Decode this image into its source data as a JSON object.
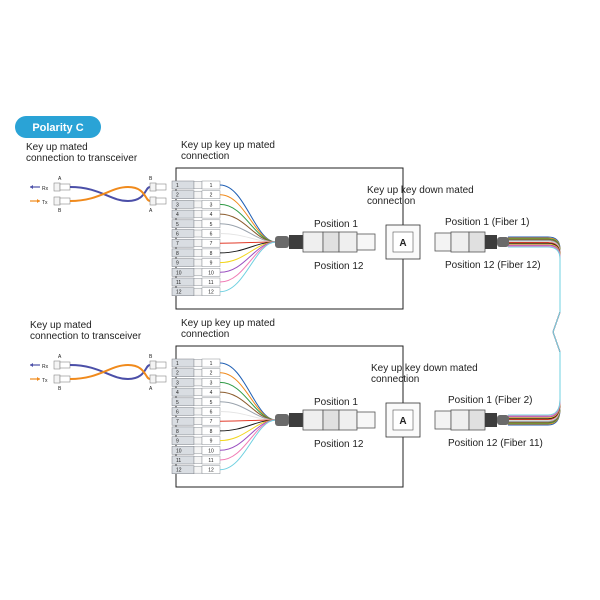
{
  "badge": {
    "label": "Polarity C",
    "color": "#2aa3d6"
  },
  "fiber_colors": [
    "#1f5fb4",
    "#f08a1c",
    "#2e9a45",
    "#8a5a2b",
    "#9aa3ad",
    "#e4e4e4",
    "#e23b2a",
    "#1a1a1a",
    "#f2d51c",
    "#9a4fc0",
    "#f07bb4",
    "#6fd0e0"
  ],
  "duplex_colors": {
    "rx": "#4b4fa8",
    "tx": "#f08a1c"
  },
  "trunk_colors": [
    "#1f5fb4",
    "#f08a1c",
    "#2e9a45",
    "#8a5a2b",
    "#9aa3ad",
    "#d8d8d8",
    "#e23b2a",
    "#1a1a1a",
    "#f2d51c",
    "#9a4fc0",
    "#f07bb4",
    "#6fd0e0"
  ],
  "modules": [
    {
      "transceiver_label": [
        "Key up mated",
        "connection to transceiver"
      ],
      "rx": "Rx",
      "tx": "Tx",
      "key_a": "A",
      "key_b": "B",
      "port_key_b": "B",
      "port_key_a": "A",
      "mated_label": [
        "Key up key up mated",
        "connection"
      ],
      "keydown_label": [
        "Key up key down mated",
        "connection"
      ],
      "adapter_key": "A",
      "pos_top": "Position 1",
      "pos_bottom": "Position 12",
      "far_top": "Position 1 (Fiber 1)",
      "far_bottom": "Position 12 (Fiber 12)",
      "ports": [
        "1",
        "2",
        "3",
        "4",
        "5",
        "6",
        "7",
        "8",
        "9",
        "10",
        "11",
        "12"
      ],
      "port_numbers": [
        "1",
        "2",
        "3",
        "4",
        "5",
        "6",
        "7",
        "8",
        "9",
        "10",
        "11",
        "12"
      ]
    },
    {
      "transceiver_label": [
        "Key up mated",
        "connection to transceiver"
      ],
      "rx": "Rx",
      "tx": "Tx",
      "key_a": "A",
      "key_b": "B",
      "port_key_b": "B",
      "port_key_a": "A",
      "mated_label": [
        "Key up key up mated",
        "connection"
      ],
      "keydown_label": [
        "Key up key down mated",
        "connection"
      ],
      "adapter_key": "A",
      "pos_top": "Position 1",
      "pos_bottom": "Position 12",
      "far_top": "Position 1 (Fiber 2)",
      "far_bottom": "Position 12 (Fiber 11)",
      "ports": [
        "1",
        "2",
        "3",
        "4",
        "5",
        "6",
        "7",
        "8",
        "9",
        "10",
        "11",
        "12"
      ],
      "port_numbers": [
        "1",
        "2",
        "3",
        "4",
        "5",
        "6",
        "7",
        "8",
        "9",
        "10",
        "11",
        "12"
      ]
    }
  ]
}
